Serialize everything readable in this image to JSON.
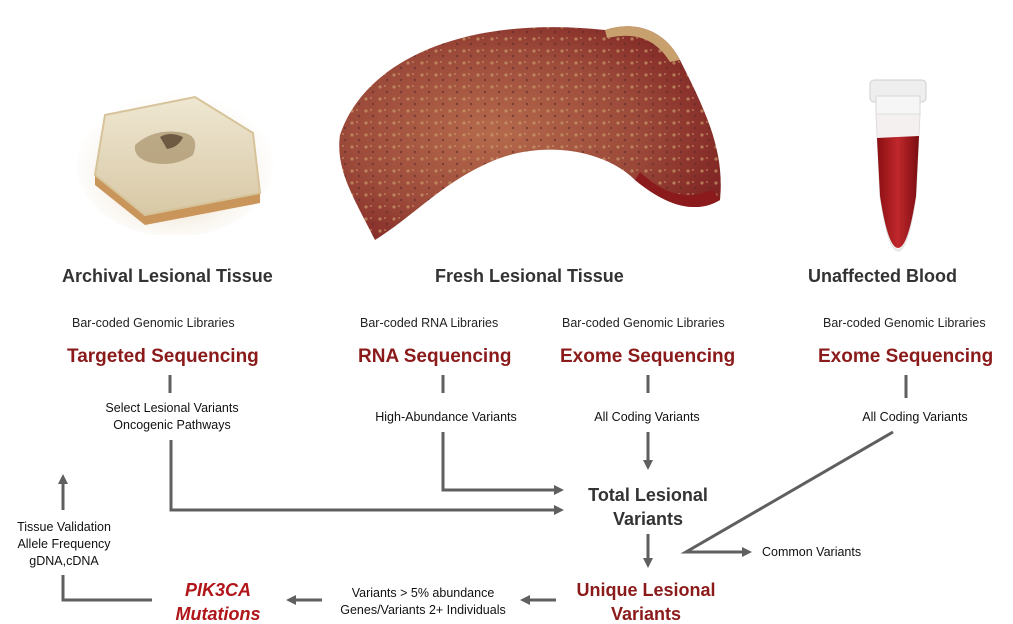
{
  "columns": {
    "archival": {
      "title": "Archival Lesional Tissue",
      "library": "Bar-coded Genomic Libraries",
      "method": "Targeted Sequencing",
      "output_line1": "Select Lesional Variants",
      "output_line2": "Oncogenic Pathways"
    },
    "fresh": {
      "title": "Fresh Lesional Tissue",
      "rna_library": "Bar-coded RNA Libraries",
      "rna_method": "RNA Sequencing",
      "rna_output": "High-Abundance Variants",
      "exome_library": "Bar-coded Genomic Libraries",
      "exome_method": "Exome Sequencing",
      "exome_output": "All Coding Variants"
    },
    "blood": {
      "title": "Unaffected Blood",
      "library": "Bar-coded Genomic Libraries",
      "method": "Exome Sequencing",
      "output": "All Coding Variants"
    }
  },
  "flow": {
    "total_line1": "Total Lesional",
    "total_line2": "Variants",
    "common": "Common Variants",
    "unique_line1": "Unique Lesional",
    "unique_line2": "Variants",
    "filter_line1": "Variants > 5% abundance",
    "filter_line2": "Genes/Variants 2+ Individuals",
    "pik_line1": "PIK3CA",
    "pik_line2": "Mutations",
    "validation_line1": "Tissue Validation",
    "validation_line2": "Allele Frequency",
    "validation_line3": "gDNA,cDNA"
  },
  "colors": {
    "accent_red": "#8b1a1a",
    "pik_red": "#b0151a",
    "arrow_gray": "#5f5f5f",
    "title_gray": "#333333"
  },
  "images": {
    "archival_block": "paraffin-block-image",
    "fresh_tissue": "tissue-slice-image",
    "blood_tube": "blood-tube-image"
  }
}
